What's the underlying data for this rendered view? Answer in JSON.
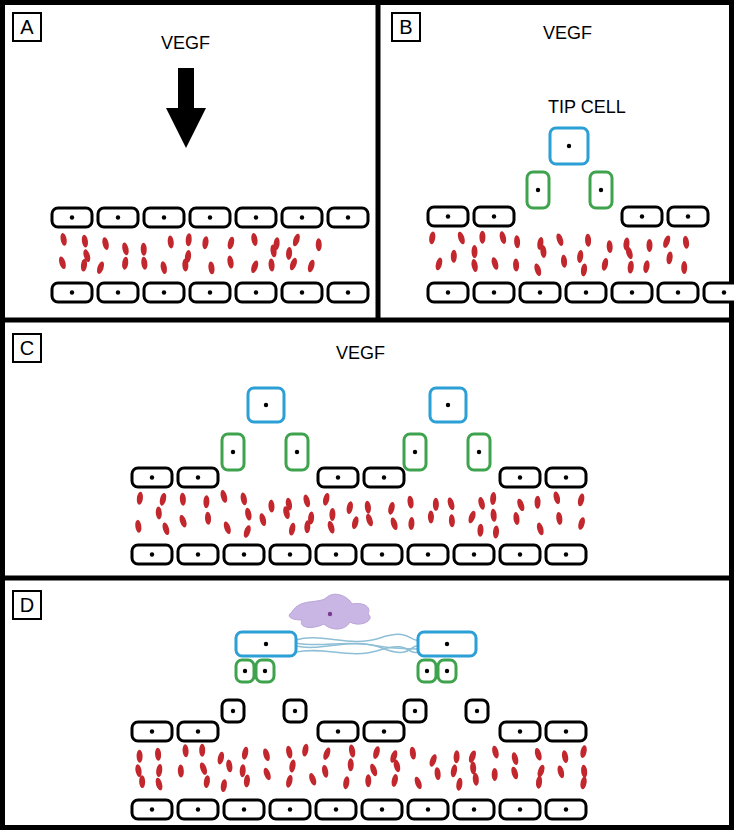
{
  "diagram": {
    "nodes": [
      {
        "text": [
          "A"
        ]
      },
      {
        "text": [
          "B"
        ]
      },
      {
        "text": [
          "C"
        ]
      },
      {
        "text": [
          "D"
        ]
      }
    ],
    "labels": [
      "VEGF",
      "VEGF",
      "TIP CELL",
      "VEGF"
    ]
  }
}
